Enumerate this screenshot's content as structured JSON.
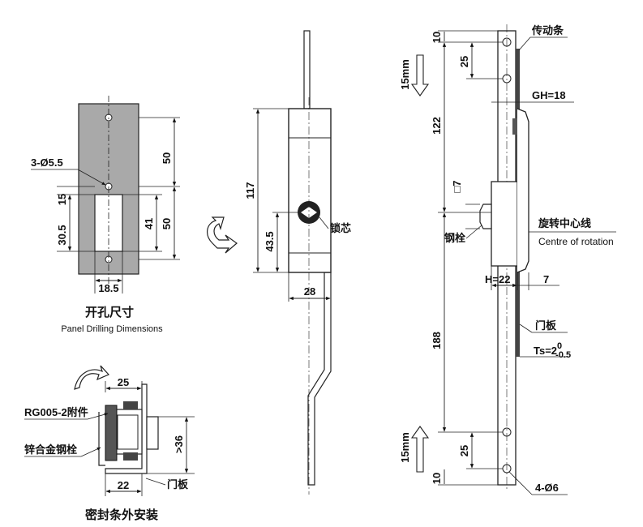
{
  "panel": {
    "dims": {
      "d50a": "50",
      "d50b": "50",
      "d41": "41",
      "d15": "15",
      "d30_5": "30.5",
      "d18_5": "18.5"
    },
    "hole_label": "3-Ø5.5",
    "caption_cn": "开孔尺寸",
    "caption_en": "Panel Drilling Dimensions"
  },
  "lock_front": {
    "dims": {
      "d117": "117",
      "d43_5": "43.5",
      "d28": "28"
    },
    "core_label": "锁芯"
  },
  "mount": {
    "dims": {
      "d25": "25",
      "d36": ">36",
      "d22": "22"
    },
    "part_label": "RG005-2附件",
    "alloy_label": "锌合金钢栓",
    "door_label": "门板",
    "caption": "密封条外安装"
  },
  "side_view": {
    "dims": {
      "d10_top": "10",
      "d25_top": "25",
      "d122": "122",
      "d188": "188",
      "d25_bot": "25",
      "d10_bot": "10",
      "d15mm_top": "15mm",
      "d15mm_bot": "15mm",
      "h22": "H=22",
      "d7": "7",
      "sq7": "□7"
    },
    "strip_label": "传动条",
    "gh_label": "GH=18",
    "rotation_cn": "旋转中心线",
    "rotation_en": "Centre of rotation",
    "bolt_label": "钢栓",
    "door_label": "门板",
    "ts_prefix": "Ts=2",
    "ts_sup": "0",
    "ts_sub": "-0.5",
    "holes_label": "4-Ø6"
  }
}
